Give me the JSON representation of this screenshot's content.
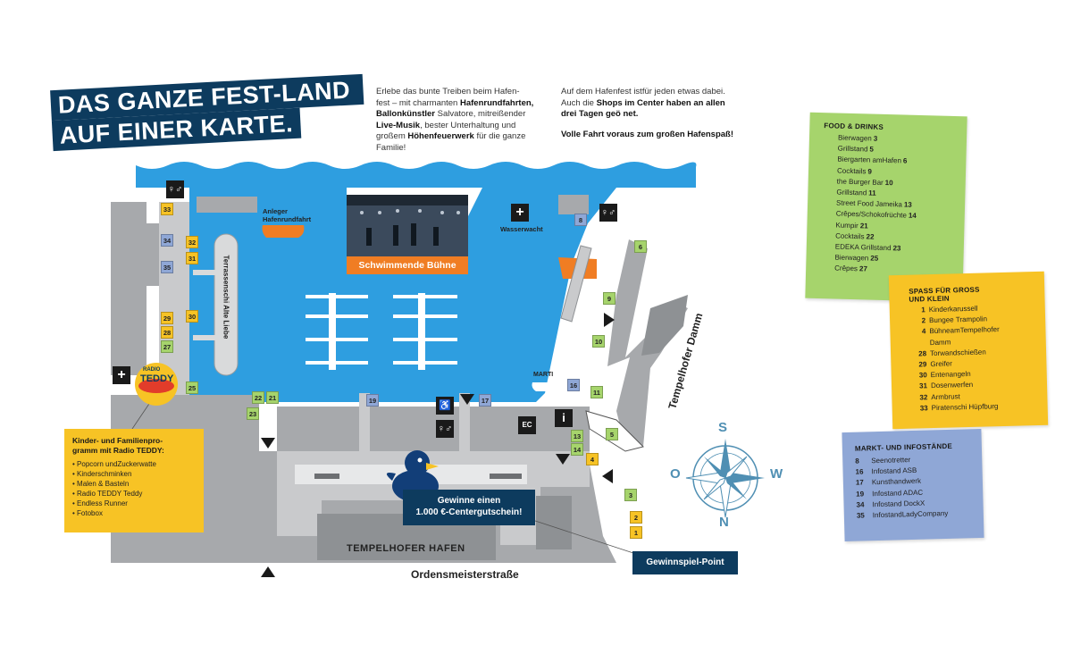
{
  "title": {
    "line1": "DAS GANZE FEST-LAND",
    "line2": "AUF EINER KARTE."
  },
  "intro_col1": {
    "p1": "Erlebe das bunte Treiben beim Hafen-",
    "p2a": "fest – mit charmanten ",
    "p2b": "Hafenrundfahrten,",
    "p3b": "Ballonkünstler",
    "p3a": " Salvatore, mitreißender",
    "p4b": "Live-Musik",
    "p4a": ", bester Unterhaltung und",
    "p5a": "großem ",
    "p5b": "Höhenfeuerwerk",
    "p5c": " für die ganze",
    "p6": "Familie!"
  },
  "intro_col2": {
    "l1": "Auf dem Hafenfest istfür jeden etwas dabei.",
    "l2a": "Auch die ",
    "l2b": "Shops im Center haben an allen",
    "l3": "drei Tagen geö net.",
    "l4": "Volle Fahrt voraus zum großen Hafenspaß!"
  },
  "map_labels": {
    "anleger": "Anleger",
    "hafenrundfahrt": "Hafenrundfahrt",
    "wasserwacht": "Wasserwacht",
    "buehne": "Schwimmende Bühne",
    "terrassenschiff": "Terrassenschi  Alte Liebe",
    "marti": "MARTI",
    "damm": "Tempelhofer Damm",
    "hafen": "TEMPELHOFER HAFEN",
    "strasse": "Ordensmeisterstraße",
    "gewinne1": "Gewinne einen",
    "gewinne2": "1.000 €-Centergutschein!",
    "gewinnspiel": "Gewinnspiel-Point",
    "radio_small": "RADIO",
    "teddy": "TEDDY",
    "first_aid": "+",
    "wc": "♀♂",
    "wheelchair": "♿",
    "info": "i",
    "ec": "EC"
  },
  "compass": {
    "s": "S",
    "w": "W",
    "n": "N",
    "o": "O"
  },
  "radio_box": {
    "title1": "Kinder- und Familienpro-",
    "title2": "gramm mit Radio TEDDY:",
    "items": [
      "Popcorn undZuckerwatte",
      "Kinderschminken",
      "Malen & Basteln",
      "Radio TEDDY Teddy",
      "Endless Runner",
      "Fotobox"
    ]
  },
  "food": {
    "title": "FOOD & DRINKS",
    "items": [
      {
        "label": "Bierwagen",
        "num": "3"
      },
      {
        "label": "Grillstand",
        "num": "5"
      },
      {
        "label": "Biergarten amHafen",
        "num": "6"
      },
      {
        "label": "Cocktails",
        "num": "9"
      },
      {
        "label": "the Burger Bar",
        "num": "10"
      },
      {
        "label": "Grillstand",
        "num": "11"
      },
      {
        "label": "Street Food Jameika",
        "num": "13"
      },
      {
        "label": "Crêpes/Schokofrüchte",
        "num": "14"
      },
      {
        "label": "Kumpir",
        "num": "21"
      },
      {
        "label": "Cocktails",
        "num": "22"
      },
      {
        "label": "EDEKA Grillstand",
        "num": "23"
      },
      {
        "label": "Bierwagen",
        "num": "25"
      },
      {
        "label": "Crêpes",
        "num": "27"
      }
    ]
  },
  "spass": {
    "title1": "SPASS FÜR GROSS",
    "title2": "UND KLEIN",
    "items": [
      {
        "num": "1",
        "label": "Kinderkarussell"
      },
      {
        "num": "2",
        "label": "Bungee Trampolin"
      },
      {
        "num": "4",
        "label": "BühneamTempelhofer"
      },
      {
        "num": "",
        "label": "Damm"
      },
      {
        "num": "28",
        "label": "Torwandschießen"
      },
      {
        "num": "29",
        "label": "Greifer"
      },
      {
        "num": "30",
        "label": "Entenangeln"
      },
      {
        "num": "31",
        "label": "Dosenwerfen"
      },
      {
        "num": "32",
        "label": "Armbrust"
      },
      {
        "num": "33",
        "label": "Piratenschi  Hüpfburg"
      }
    ]
  },
  "markt": {
    "title": "MARKT- UND INFOSTÄNDE",
    "items": [
      {
        "num": "8",
        "label": "Seenotretter"
      },
      {
        "num": "16",
        "label": "Infostand ASB"
      },
      {
        "num": "17",
        "label": "Kunsthandwerk"
      },
      {
        "num": "19",
        "label": "Infostand ADAC"
      },
      {
        "num": "34",
        "label": "Infostand DockX"
      },
      {
        "num": "35",
        "label": "InfostandLadyCompany"
      }
    ]
  },
  "markers": {
    "m33": "33",
    "m34": "34",
    "m35": "35",
    "m32": "32",
    "m31": "31",
    "m30": "30",
    "m29": "29",
    "m28": "28",
    "m27": "27",
    "m25": "25",
    "m22": "22",
    "m21": "21",
    "m23": "23",
    "m19": "19",
    "m17": "17",
    "m16": "16",
    "m11": "11",
    "m8": "8",
    "m6": "6",
    "m9": "9",
    "m10": "10",
    "m5": "5",
    "m13": "13",
    "m14": "14",
    "m4": "4",
    "m3": "3",
    "m2": "2",
    "m1": "1"
  },
  "colors": {
    "navy": "#0d3b5e",
    "water": "#2e9ee0",
    "orange": "#f07d23",
    "yellow": "#f7c325",
    "green": "#a6d46c",
    "blue": "#8fa7d6"
  }
}
